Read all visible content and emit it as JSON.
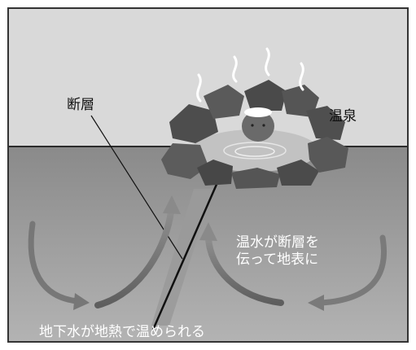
{
  "labels": {
    "fault": "断層",
    "hot_spring": "温泉",
    "hot_water_line1": "温水が断層を",
    "hot_water_line2": "伝って地表に",
    "groundwater": "地下水が地熱で温められる"
  },
  "colors": {
    "sky": "#d9d9d9",
    "ground_top": "#8a8a8a",
    "ground_bottom": "#b5b5b5",
    "rock_dark": "#4a4a4a",
    "rock_mid": "#6e6e6e",
    "water": "#bdbdbd",
    "arrow": "#6f6f6f",
    "fault_line": "#111111",
    "frame": "#333333"
  },
  "icons": [
    "steam-icon",
    "bather-icon",
    "curved-arrow-icon",
    "rock-icon"
  ]
}
